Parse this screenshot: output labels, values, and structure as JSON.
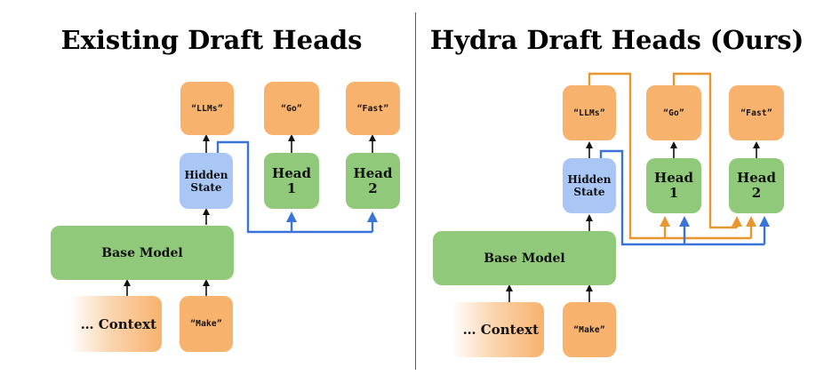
{
  "left_panel": {
    "title": "Existing Draft Heads",
    "tokens": {
      "t1": "“LLMs”",
      "t2": "“Go”",
      "t3": "“Fast”"
    },
    "hidden_state": "Hidden\nState",
    "head1": "Head\n1",
    "head2": "Head\n2",
    "base_model": "Base Model",
    "context": "… Context",
    "input_token": "“Make”"
  },
  "right_panel": {
    "title": "Hydra Draft Heads (Ours)",
    "tokens": {
      "t1": "“LLMs”",
      "t2": "“Go”",
      "t3": "“Fast”"
    },
    "hidden_state": "Hidden\nState",
    "head1": "Head\n1",
    "head2": "Head\n2",
    "base_model": "Base Model",
    "context": "… Context",
    "input_token": "“Make”"
  },
  "colors": {
    "token_orange": "#f7b26d",
    "head_green": "#90c97a",
    "hidden_blue": "#a9c6f5",
    "blue_wire": "#3a74d8",
    "orange_wire": "#e8962f"
  }
}
